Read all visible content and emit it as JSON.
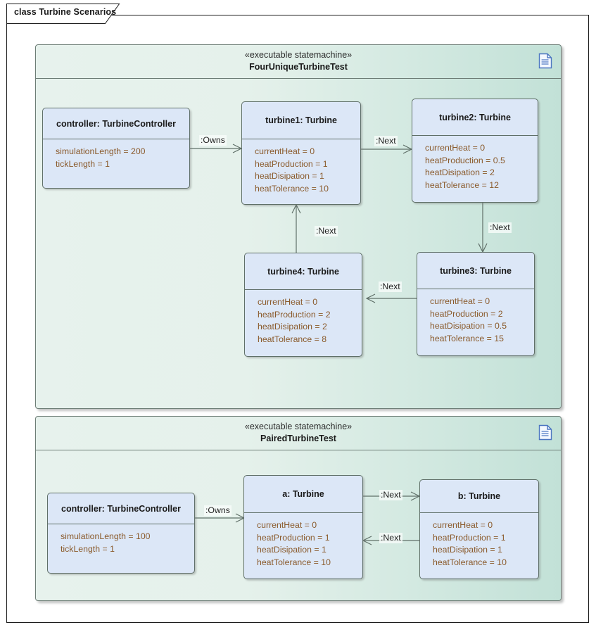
{
  "diagram": {
    "tab_label": "class Turbine Scenarios"
  },
  "frames": [
    {
      "stereotype": "«executable statemachine»",
      "name": "FourUniqueTurbineTest",
      "icon": "document-icon",
      "nodes": [
        {
          "id": "controller1",
          "title": "controller: TurbineController",
          "attrs": [
            "simulationLength = 200",
            "tickLength = 1"
          ]
        },
        {
          "id": "turbine1",
          "title": "turbine1: Turbine",
          "attrs": [
            "currentHeat = 0",
            "heatProduction = 1",
            "heatDisipation = 1",
            "heatTolerance = 10"
          ]
        },
        {
          "id": "turbine2",
          "title": "turbine2: Turbine",
          "attrs": [
            "currentHeat = 0",
            "heatProduction = 0.5",
            "heatDisipation = 2",
            "heatTolerance = 12"
          ]
        },
        {
          "id": "turbine3",
          "title": "turbine3: Turbine",
          "attrs": [
            "currentHeat = 0",
            "heatProduction = 2",
            "heatDisipation = 0.5",
            "heatTolerance = 15"
          ]
        },
        {
          "id": "turbine4",
          "title": "turbine4: Turbine",
          "attrs": [
            "currentHeat = 0",
            "heatProduction = 2",
            "heatDisipation = 2",
            "heatTolerance = 8"
          ]
        }
      ],
      "connectors": [
        {
          "label": ":Owns",
          "from": "controller1",
          "to": "turbine1"
        },
        {
          "label": ":Next",
          "from": "turbine1",
          "to": "turbine2"
        },
        {
          "label": ":Next",
          "from": "turbine2",
          "to": "turbine3"
        },
        {
          "label": ":Next",
          "from": "turbine3",
          "to": "turbine4"
        },
        {
          "label": ":Next",
          "from": "turbine4",
          "to": "turbine1"
        }
      ]
    },
    {
      "stereotype": "«executable statemachine»",
      "name": "PairedTurbineTest",
      "icon": "document-icon",
      "nodes": [
        {
          "id": "controller2",
          "title": "controller: TurbineController",
          "attrs": [
            "simulationLength = 100",
            "tickLength = 1"
          ]
        },
        {
          "id": "a",
          "title": "a: Turbine",
          "attrs": [
            "currentHeat = 0",
            "heatProduction = 1",
            "heatDisipation = 1",
            "heatTolerance = 10"
          ]
        },
        {
          "id": "b",
          "title": "b: Turbine",
          "attrs": [
            "currentHeat = 0",
            "heatProduction = 1",
            "heatDisipation = 1",
            "heatTolerance = 10"
          ]
        }
      ],
      "connectors": [
        {
          "label": ":Owns",
          "from": "controller2",
          "to": "a"
        },
        {
          "label": ":Next",
          "from": "a",
          "to": "b"
        },
        {
          "label": ":Next",
          "from": "b",
          "to": "a"
        }
      ]
    }
  ],
  "colors": {
    "node_fill": "#dce7f7",
    "node_border": "#5f6f68",
    "frame_fill_left": "#e7f2ed",
    "frame_fill_right": "#c2e1d7",
    "attr_text": "#8a5a2b",
    "title_text": "#1a1a1a",
    "icon_blue": "#4a74c0"
  }
}
